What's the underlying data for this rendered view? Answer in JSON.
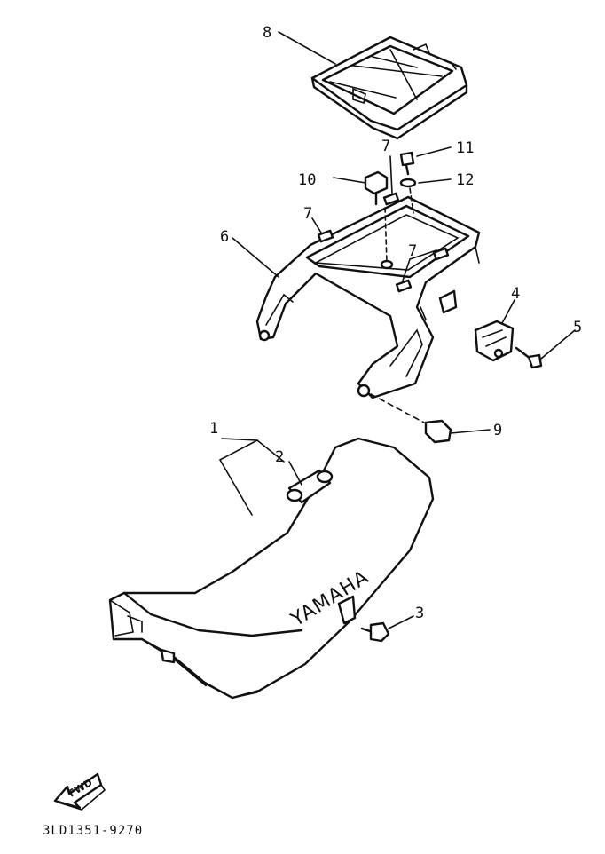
{
  "diagram": {
    "callouts": [
      {
        "id": "1",
        "label": "1"
      },
      {
        "id": "2",
        "label": "2"
      },
      {
        "id": "3",
        "label": "3"
      },
      {
        "id": "4",
        "label": "4"
      },
      {
        "id": "5",
        "label": "5"
      },
      {
        "id": "6",
        "label": "6"
      },
      {
        "id": "7a",
        "label": "7"
      },
      {
        "id": "7b",
        "label": "7"
      },
      {
        "id": "7c",
        "label": "7"
      },
      {
        "id": "8",
        "label": "8"
      },
      {
        "id": "9",
        "label": "9"
      },
      {
        "id": "10",
        "label": "10"
      },
      {
        "id": "11",
        "label": "11"
      },
      {
        "id": "12",
        "label": "12"
      }
    ],
    "seat_brand": "YAMAHA",
    "fwd_label": "FWD",
    "drawing_code": "3LD1351-9270"
  }
}
